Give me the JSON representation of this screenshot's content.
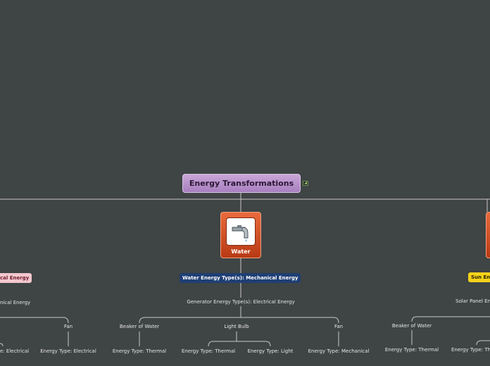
{
  "root": {
    "title": "Energy Transformations"
  },
  "center_topic": {
    "label": "Water",
    "icon": "water-faucet-icon",
    "energy_types": "Water Energy Type(s): Mechanical Energy",
    "converter": "Generator Energy Type(s): Electrical Energy",
    "children": [
      {
        "name": "Beaker of Water",
        "energy": "Energy Type: Thermal"
      },
      {
        "name": "Light Bulb",
        "energies": [
          "Energy Type: Thermal",
          "Energy Type: Light"
        ]
      },
      {
        "name": "Fan",
        "energy": "Energy Type: Mechanical"
      }
    ]
  },
  "left_topic": {
    "energy_types_fragment": "cal Energy",
    "converter_fragment": "nical Energy",
    "children": [
      {
        "energy_fragment": "e: Electrical"
      },
      {
        "name": "Fan",
        "energy": "Energy Type: Electrical"
      }
    ]
  },
  "right_topic": {
    "energy_types_fragment": "Sun En",
    "converter_fragment": "Solar Panel Ene",
    "children": [
      {
        "name": "Beaker of Water",
        "energy": "Energy Type: Thermal"
      },
      {
        "energy_fragment": "Energy Type: The"
      }
    ]
  },
  "colors": {
    "background": "#3f4444",
    "root": "#b892cc",
    "topic": "#d5542a",
    "water_pill": "#1f3f74",
    "left_pill": "#f4c7cf",
    "sun_pill": "#f5d21a"
  }
}
